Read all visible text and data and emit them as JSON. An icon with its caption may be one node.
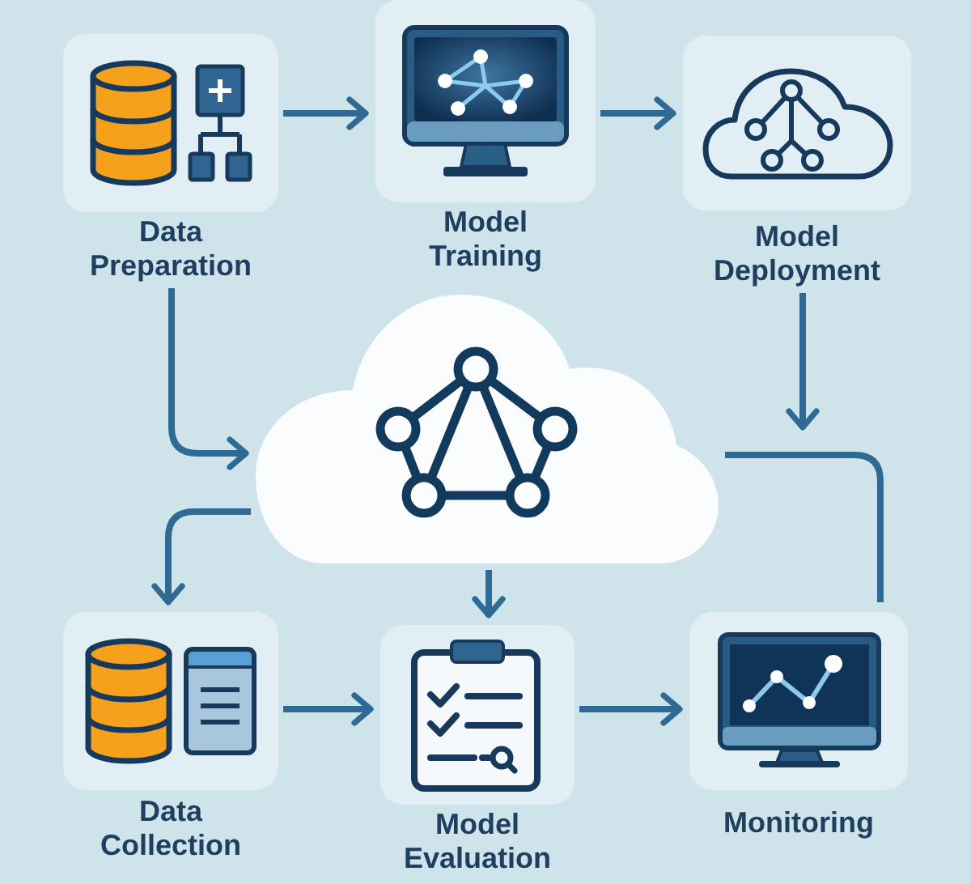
{
  "diagram": {
    "nodes": [
      {
        "text": [
          "Data Preparation"
        ]
      },
      {
        "text": [
          "Model Training"
        ]
      },
      {
        "text": [
          "Model Deployment"
        ]
      },
      {
        "text": [],
        "shape": "cloud"
      },
      {
        "text": [
          "Data Collection"
        ]
      },
      {
        "text": [
          "Model Evaluation"
        ]
      },
      {
        "text": [
          "Monitoring"
        ]
      }
    ],
    "edges": [
      {
        "from": 0,
        "to": 1,
        "arrow": "to"
      },
      {
        "from": 1,
        "to": 2,
        "arrow": "to"
      },
      {
        "from": 0,
        "to": 3,
        "arrow": "to"
      },
      {
        "from": 2,
        "to": null,
        "arrow": "to"
      },
      {
        "from": 3,
        "to": 4,
        "arrow": "to"
      },
      {
        "from": 3,
        "to": 5,
        "arrow": "to"
      },
      {
        "from": 3,
        "to": 6,
        "arrow": "none"
      },
      {
        "from": 4,
        "to": 5,
        "arrow": "to"
      },
      {
        "from": 5,
        "to": 6,
        "arrow": "to"
      }
    ]
  }
}
